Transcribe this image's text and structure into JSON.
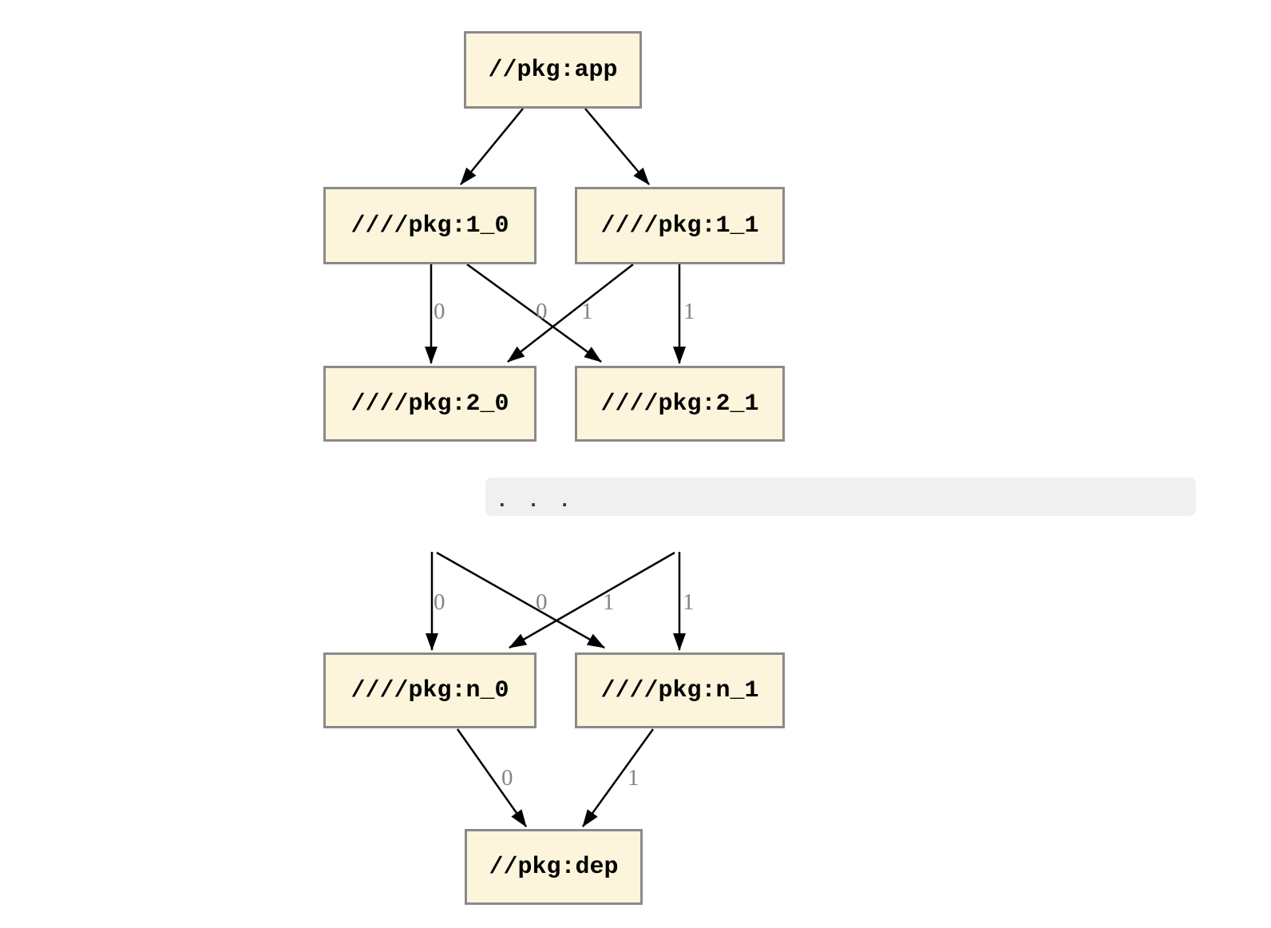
{
  "diagram": {
    "type": "dependency-graph",
    "nodes": {
      "app": {
        "label": "//pkg:app"
      },
      "l1_0": {
        "label": "////pkg:1_0"
      },
      "l1_1": {
        "label": "////pkg:1_1"
      },
      "l2_0": {
        "label": "////pkg:2_0"
      },
      "l2_1": {
        "label": "////pkg:2_1"
      },
      "ln_0": {
        "label": "////pkg:n_0"
      },
      "ln_1": {
        "label": "////pkg:n_1"
      },
      "dep": {
        "label": "//pkg:dep"
      }
    },
    "ellipsis": ". . .",
    "edges": [
      {
        "from": "app",
        "to": "l1_0",
        "label": ""
      },
      {
        "from": "app",
        "to": "l1_1",
        "label": ""
      },
      {
        "from": "l1_0",
        "to": "l2_0",
        "label": "0"
      },
      {
        "from": "l1_0",
        "to": "l2_1",
        "label": "1"
      },
      {
        "from": "l1_1",
        "to": "l2_0",
        "label": "0"
      },
      {
        "from": "l1_1",
        "to": "l2_1",
        "label": "1"
      },
      {
        "from": "ellipsis",
        "to": "ln_0",
        "label": "0"
      },
      {
        "from": "ellipsis",
        "to": "ln_1",
        "label": "1"
      },
      {
        "from": "ellipsis",
        "to": "ln_0",
        "label": "0"
      },
      {
        "from": "ellipsis",
        "to": "ln_1",
        "label": "1"
      },
      {
        "from": "ln_0",
        "to": "dep",
        "label": "0"
      },
      {
        "from": "ln_1",
        "to": "dep",
        "label": "1"
      }
    ],
    "colors": {
      "node_fill": "#fcf5db",
      "node_border": "#8a8a8a",
      "edge_stroke": "#000000",
      "edge_label": "#848484",
      "ellipsis_band": "#f0f0f0",
      "ellipsis_dots": "#333333"
    }
  }
}
